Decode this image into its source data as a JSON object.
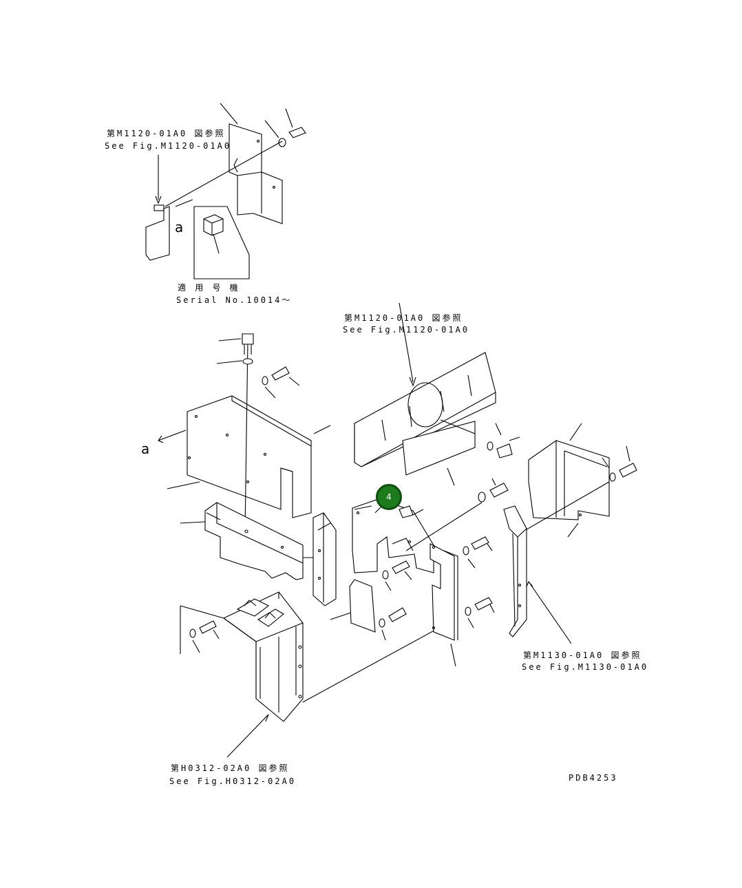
{
  "labels": {
    "ref_top_jp": "第M1120-01A0 図参照",
    "ref_top_en": "See Fig.M1120-01A0",
    "serial_jp": "適 用 号 機",
    "serial_en": "Serial No.10014～",
    "ref_mid_jp": "第M1120-01A0 図参照",
    "ref_mid_en": "See Fig.M1120-01A0",
    "ref_right_jp": "第M1130-01A0 図参照",
    "ref_right_en": "See Fig.M1130-01A0",
    "ref_bottom_jp": "第H0312-02A0 図参照",
    "ref_bottom_en": "See Fig.H0312-02A0",
    "view_letter_top": "a",
    "view_letter_left": "a",
    "drawing_code": "PDB4253"
  },
  "callout": {
    "number": "4",
    "color": "#1d7a1d"
  }
}
